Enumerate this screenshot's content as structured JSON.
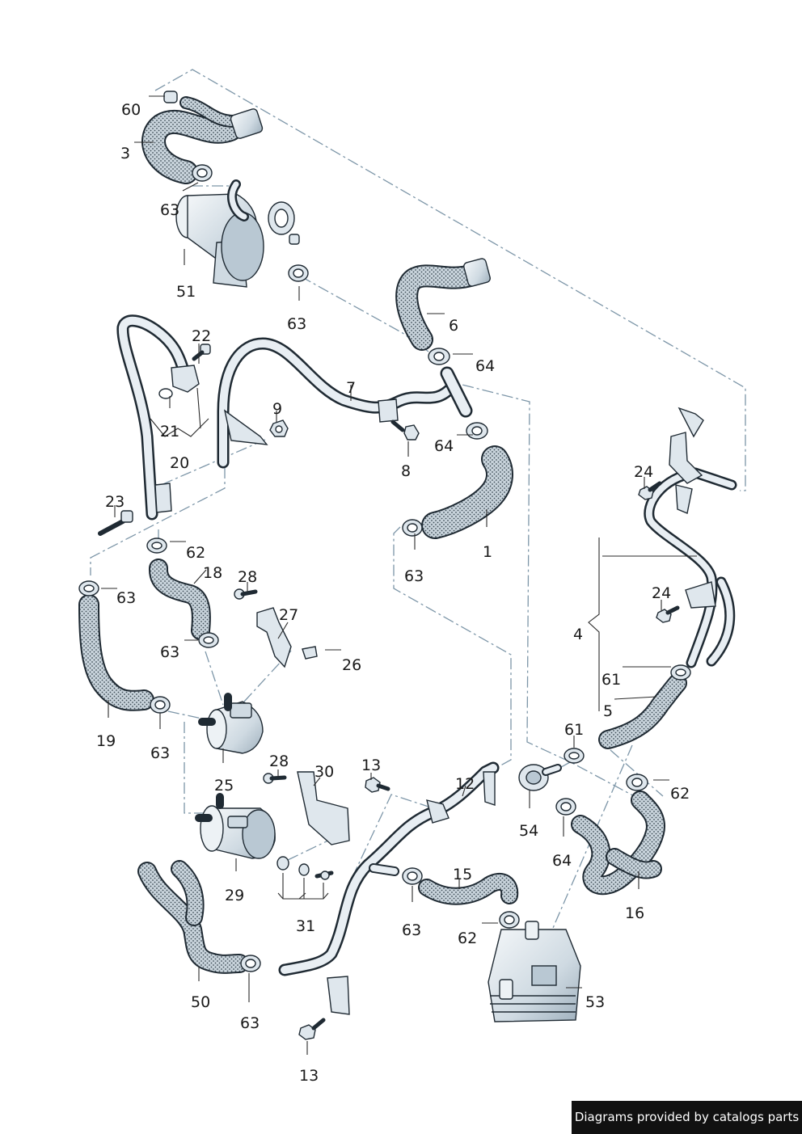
{
  "footer": {
    "credit": "Diagrams provided by catalogs parts"
  },
  "colors": {
    "hose": "#c9d4dc",
    "hose_dots": "#3f4d57",
    "outline": "#1f2a33",
    "dash": "#7d96a8",
    "part_fill": "#dfe7ed"
  },
  "callouts": [
    {
      "id": "c60",
      "text": "60"
    },
    {
      "id": "c3",
      "text": "3"
    },
    {
      "id": "c63a",
      "text": "63"
    },
    {
      "id": "c51",
      "text": "51"
    },
    {
      "id": "c63b",
      "text": "63"
    },
    {
      "id": "c6",
      "text": "6"
    },
    {
      "id": "c64a",
      "text": "64"
    },
    {
      "id": "c22",
      "text": "22"
    },
    {
      "id": "c7",
      "text": "7"
    },
    {
      "id": "c9",
      "text": "9"
    },
    {
      "id": "c21",
      "text": "21"
    },
    {
      "id": "c20",
      "text": "20"
    },
    {
      "id": "c8",
      "text": "8"
    },
    {
      "id": "c64b",
      "text": "64"
    },
    {
      "id": "c23",
      "text": "23"
    },
    {
      "id": "c62a",
      "text": "62"
    },
    {
      "id": "c1",
      "text": "1"
    },
    {
      "id": "c63c",
      "text": "63"
    },
    {
      "id": "c18",
      "text": "18"
    },
    {
      "id": "c63d",
      "text": "63"
    },
    {
      "id": "c28a",
      "text": "28"
    },
    {
      "id": "c27",
      "text": "27"
    },
    {
      "id": "c24a",
      "text": "24"
    },
    {
      "id": "c24b",
      "text": "24"
    },
    {
      "id": "c4",
      "text": "4"
    },
    {
      "id": "c63e",
      "text": "63"
    },
    {
      "id": "c26",
      "text": "26"
    },
    {
      "id": "c61a",
      "text": "61"
    },
    {
      "id": "c5",
      "text": "5"
    },
    {
      "id": "c19",
      "text": "19"
    },
    {
      "id": "c63f",
      "text": "63"
    },
    {
      "id": "c61b",
      "text": "61"
    },
    {
      "id": "c28b",
      "text": "28"
    },
    {
      "id": "c30",
      "text": "30"
    },
    {
      "id": "c13a",
      "text": "13"
    },
    {
      "id": "c12",
      "text": "12"
    },
    {
      "id": "c25",
      "text": "25"
    },
    {
      "id": "c54",
      "text": "54"
    },
    {
      "id": "c62b",
      "text": "62"
    },
    {
      "id": "c64c",
      "text": "64"
    },
    {
      "id": "c29",
      "text": "29"
    },
    {
      "id": "c15",
      "text": "15"
    },
    {
      "id": "c31",
      "text": "31"
    },
    {
      "id": "c63g",
      "text": "63"
    },
    {
      "id": "c16",
      "text": "16"
    },
    {
      "id": "c62c",
      "text": "62"
    },
    {
      "id": "c50",
      "text": "50"
    },
    {
      "id": "c53",
      "text": "53"
    },
    {
      "id": "c63h",
      "text": "63"
    },
    {
      "id": "c13b",
      "text": "13"
    }
  ]
}
